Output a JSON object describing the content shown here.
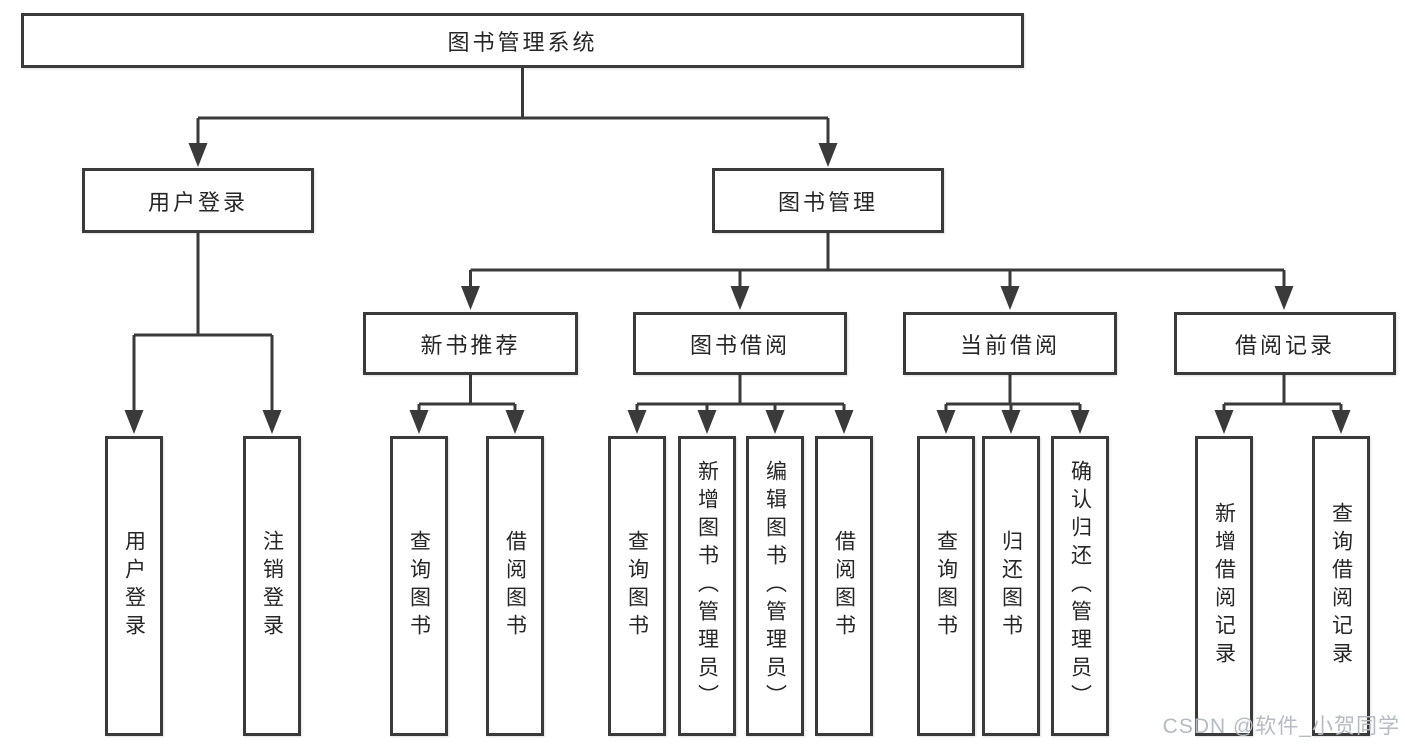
{
  "colors": {
    "line": "#3a3a3a",
    "text": "#262626",
    "box-bg": "#ffffff",
    "watermark": "#b6bac1"
  },
  "nodes": {
    "root": {
      "label": "图书管理系统"
    },
    "level2": [
      {
        "label": "用户登录"
      },
      {
        "label": "图书管理"
      }
    ],
    "level3": [
      {
        "label": "新书推荐"
      },
      {
        "label": "图书借阅"
      },
      {
        "label": "当前借阅"
      },
      {
        "label": "借阅记录"
      }
    ],
    "leaves": {
      "user_login": [
        "用户登录",
        "注销登录"
      ],
      "new_book_recommend": [
        "查询图书",
        "借阅图书"
      ],
      "book_borrowing": [
        "查询图书",
        "新增图书（管理员）",
        "编辑图书（管理员）",
        "借阅图书"
      ],
      "current_borrowing": [
        "查询图书",
        "归还图书",
        "确认归还（管理员）"
      ],
      "borrow_records": [
        "新增借阅记录",
        "查询借阅记录"
      ]
    }
  },
  "watermark": "CSDN @软件_小贺同学"
}
